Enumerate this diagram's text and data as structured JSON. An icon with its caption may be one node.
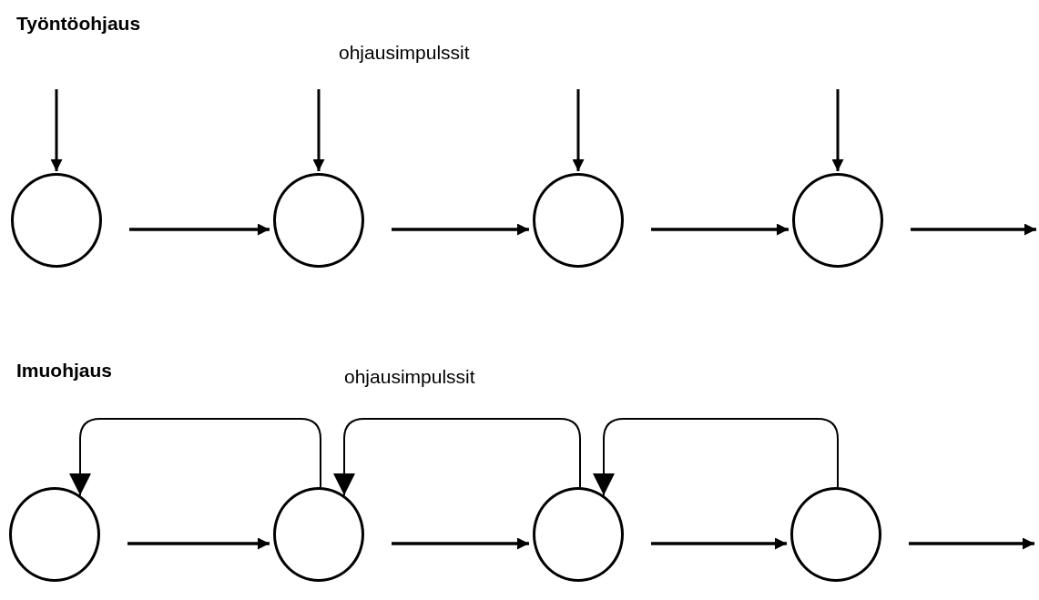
{
  "diagram": {
    "nodes": [
      {
        "text": [],
        "shape": "circle"
      },
      {
        "text": [],
        "shape": "circle"
      },
      {
        "text": [],
        "shape": "circle"
      },
      {
        "text": [],
        "shape": "circle"
      },
      {
        "text": [],
        "shape": "circle"
      },
      {
        "text": [],
        "shape": "circle"
      },
      {
        "text": [],
        "shape": "circle"
      },
      {
        "text": [],
        "shape": "circle"
      }
    ],
    "edges": [
      {
        "from": null,
        "to": 0,
        "arrow": "to"
      },
      {
        "from": null,
        "to": 1,
        "arrow": "to"
      },
      {
        "from": null,
        "to": 2,
        "arrow": "to"
      },
      {
        "from": null,
        "to": 3,
        "arrow": "to"
      },
      {
        "from": 0,
        "to": 1,
        "arrow": "to"
      },
      {
        "from": 1,
        "to": 2,
        "arrow": "to"
      },
      {
        "from": 2,
        "to": 3,
        "arrow": "to"
      },
      {
        "from": 3,
        "to": null,
        "arrow": "to"
      },
      {
        "from": 4,
        "to": 5,
        "arrow": "to"
      },
      {
        "from": 5,
        "to": 6,
        "arrow": "to"
      },
      {
        "from": 6,
        "to": 7,
        "arrow": "to"
      },
      {
        "from": 7,
        "to": null,
        "arrow": "to"
      },
      {
        "from": 5,
        "to": 4,
        "arrow": "to"
      },
      {
        "from": 6,
        "to": 5,
        "arrow": "to"
      },
      {
        "from": 7,
        "to": 6,
        "arrow": "to"
      }
    ],
    "labels": [
      "Työntöohjaus",
      "ohjausimpulssit",
      "Imuohjaus",
      "ohjausimpulssit"
    ]
  }
}
